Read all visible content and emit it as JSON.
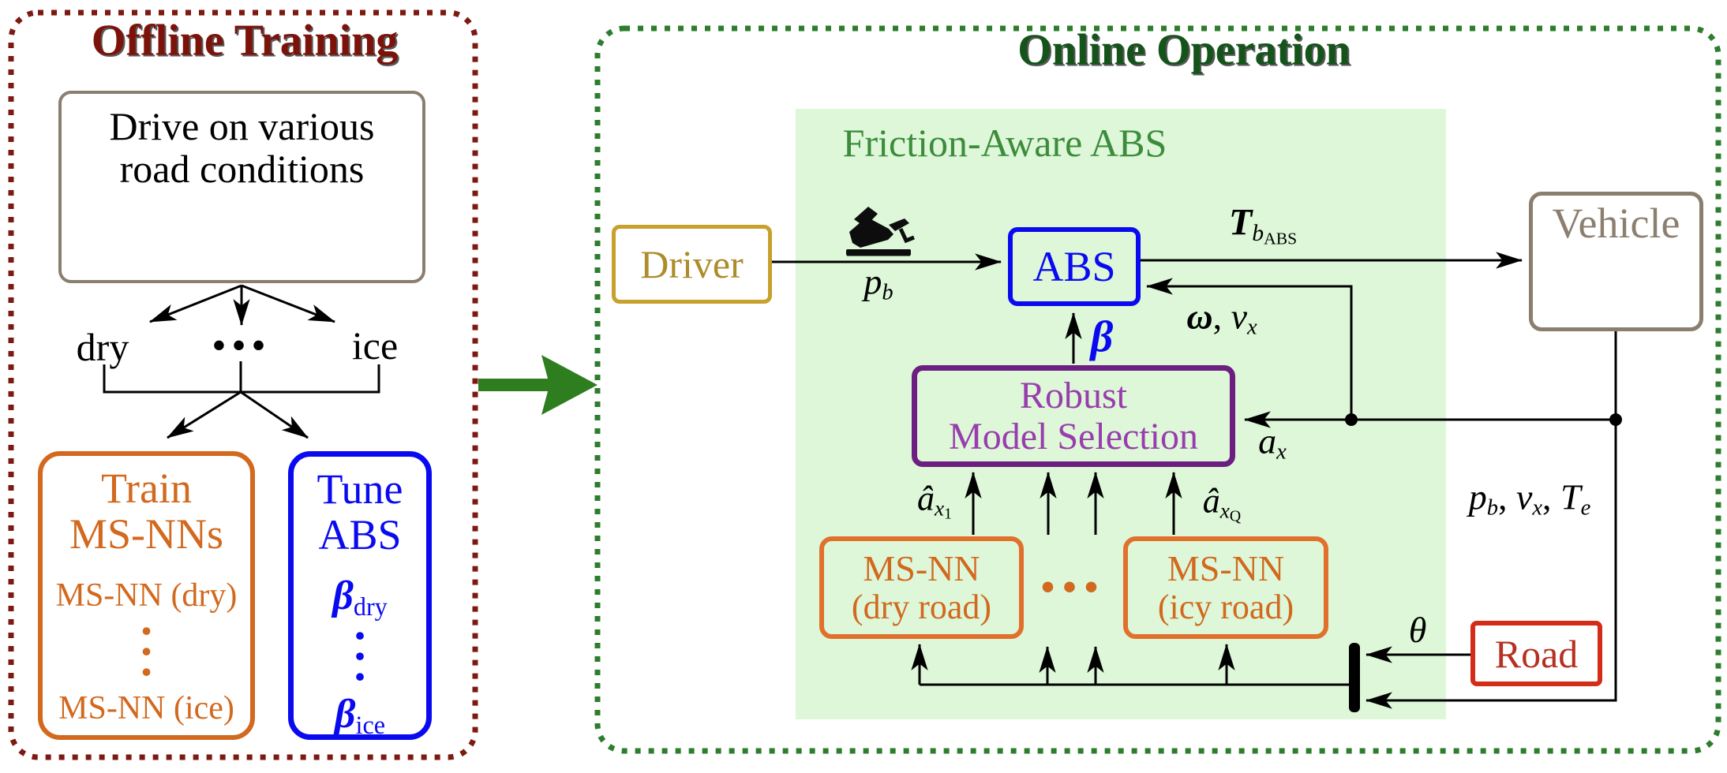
{
  "figure": "Friction-aware ABS architecture diagram",
  "colors": {
    "offline_border_maroon": "#7c1a12",
    "offline_title": "#7b130b",
    "online_border_green": "#2e7d2e",
    "online_title_green": "#14541a",
    "light_green_region": "#ddf7d8",
    "friction_label_green": "#3c8c3c",
    "driver_gold": "#c8a02c",
    "abs_blue": "#0a0af0",
    "msnn_orange": "#d2691e",
    "rms_purple_border": "#6c1f80",
    "rms_purple_text": "#993cad",
    "road_red": "#d42d17",
    "vehicle_gray_brown": "#8a7e6e",
    "big_arrow_green": "#2e7d1f"
  },
  "offline": {
    "title": "Offline Training",
    "drive_line1": "Drive on various",
    "drive_line2": "road conditions",
    "dry": "dry",
    "dots": "•••",
    "ice": "ice",
    "train_line1": "Train",
    "train_line2": "MS-NNs",
    "train_item_top": "MS-NN (dry)",
    "train_vdots": "•\n•\n•",
    "train_item_bottom": "MS-NN (ice)",
    "tune_line1": "Tune",
    "tune_line2": "ABS",
    "beta_dry": {
      "beta": "β",
      "sub": "dry"
    },
    "tune_vdots": "•\n•\n•",
    "beta_ice": {
      "beta": "β",
      "sub": "ice"
    }
  },
  "online": {
    "title": "Online Operation",
    "region_label": "Friction-Aware ABS",
    "driver": "Driver",
    "abs": "ABS",
    "vehicle": "Vehicle",
    "road": "Road",
    "rms_line1": "Robust",
    "rms_line2": "Model Selection",
    "msnn_dry_line1": "MS-NN",
    "msnn_dry_line2": "(dry road)",
    "msnn_icy_line1": "MS-NN",
    "msnn_icy_line2": "(icy road)",
    "dots": "•••",
    "signals": {
      "pb": {
        "p": "p",
        "b": "b"
      },
      "tb": {
        "T": "T",
        "b": "b",
        "abs": "ABS"
      },
      "omega_vx": {
        "omega": "ω",
        "sep": ", ",
        "v": "v",
        "x": "x"
      },
      "beta": "β",
      "ax": {
        "a": "a",
        "x": "x"
      },
      "ax1": {
        "a": "â",
        "x": "x",
        "idx": "1"
      },
      "axq": {
        "a": "â",
        "x": "x",
        "idx": "Q"
      },
      "pvt": {
        "p": "p",
        "pb": "b",
        "s1": ", ",
        "v": "v",
        "vx": "x",
        "s2": ", ",
        "T": "T",
        "te": "e"
      },
      "theta": "θ"
    }
  }
}
